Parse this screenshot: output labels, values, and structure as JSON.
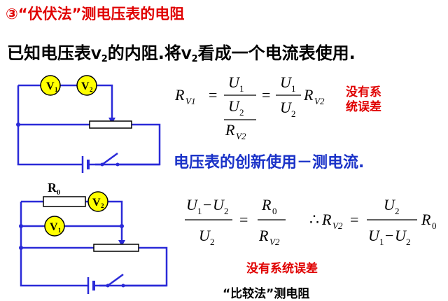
{
  "title": {
    "marker": "③",
    "text": "“伏伏法”测电压表的电阻"
  },
  "subtitle": {
    "before": "已知电压表",
    "v_letter": "V",
    "v_sub": "2",
    "middle": "的内阻.将",
    "after": "看成一个电流表使用."
  },
  "note_no_error_1": {
    "line1": "没有系",
    "line2": "统误差"
  },
  "heading_current": "电压表的创新使用－测电流.",
  "note_no_error_2": "没有系统误差",
  "cut_text": "“比较法”测电阻",
  "circuit1": {
    "meter1": "V",
    "meter1_sub": "1",
    "meter2": "V",
    "meter2_sub": "2"
  },
  "circuit2": {
    "resistor": "R",
    "resistor_sub": "0",
    "meter1": "V",
    "meter1_sub": "1",
    "meter2": "V",
    "meter2_sub": "2"
  },
  "formula1": {
    "lhs": "R",
    "lhs_sub": "V1",
    "eq": "=",
    "U": "U",
    "s1": "1",
    "s2": "2",
    "R": "R",
    "Rsub": "V2"
  },
  "formula2": {
    "num1": "U",
    "s1": "1",
    "minus": "−",
    "s2": "2",
    "U": "U",
    "R": "R",
    "r0": "0",
    "rsub": "V2",
    "eq": "=",
    "therefore": "∴"
  },
  "colors": {
    "title": "#e00000",
    "blue": "#1a32c8",
    "wire": "#2a2ad8",
    "meter_fill": "#ffff00"
  }
}
